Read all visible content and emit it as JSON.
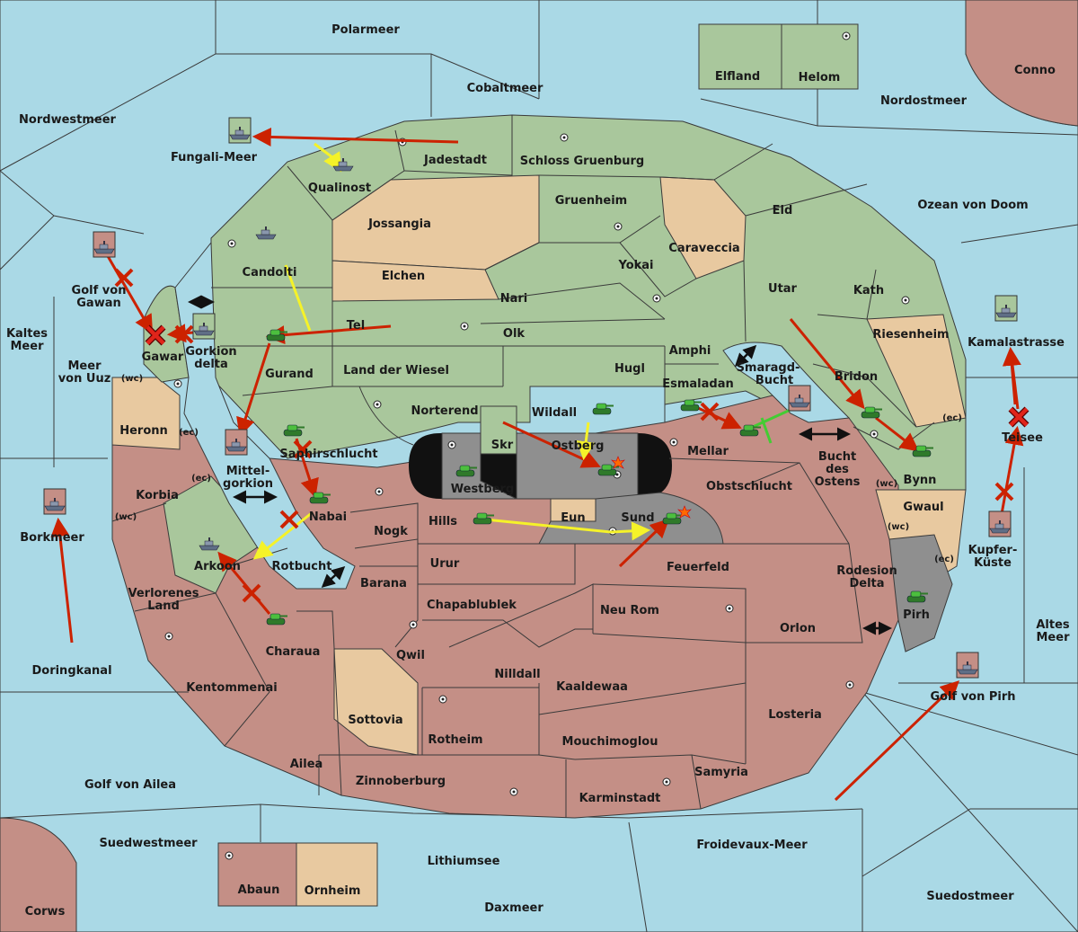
{
  "colors": {
    "sea": "#aad9e6",
    "green": "#a9c79c",
    "red": "#c48f86",
    "tan": "#e8c9a0",
    "gray": "#8f8f8f",
    "black": "#111111",
    "order_red": "#cc2200",
    "order_yellow": "#f5f229",
    "order_green": "#44cc33"
  },
  "seas": {
    "polarmeer": "Polarmeer",
    "cobaltmeer": "Cobaltmeer",
    "nordwestmeer": "Nordwestmeer",
    "nordostmeer": "Nordostmeer",
    "conno": "Conno",
    "ozean_von_doom": "Ozean von Doom",
    "fungali_meer": "Fungali-Meer",
    "golf_von_gawan_1": "Golf von",
    "golf_von_gawan_2": "Gawan",
    "kaltes_meer_1": "Kaltes",
    "kaltes_meer_2": "Meer",
    "meer_von_uuz_1": "Meer",
    "meer_von_uuz_2": "von Uuz",
    "gorkion_delta_1": "Gorkion",
    "gorkion_delta_2": "delta",
    "mittelgorkion_1": "Mittel-",
    "mittelgorkion_2": "gorkion",
    "borkmeer": "Borkmeer",
    "doringkanal": "Doringkanal",
    "rotbucht": "Rotbucht",
    "smaragdbucht_1": "Smaragd-",
    "smaragdbucht_2": "Bucht",
    "bucht_des_ostens_1": "Bucht",
    "bucht_des_ostens_2": "des",
    "bucht_des_ostens_3": "Ostens",
    "kamalastrasse": "Kamalastrasse",
    "teisee": "Teisee",
    "kupferkueste_1": "Kupfer-",
    "kupferkueste_2": "Küste",
    "altes_meer_1": "Altes",
    "altes_meer_2": "Meer",
    "rodesion_delta_1": "Rodesion",
    "rodesion_delta_2": "Delta",
    "golf_von_pirh": "Golf von Pirh",
    "golf_von_ailea": "Golf von Ailea",
    "suedwestmeer": "Suedwestmeer",
    "lithiumsee": "Lithiumsee",
    "froidevaux_meer": "Froidevaux-Meer",
    "daxmeer": "Daxmeer",
    "suedostmeer": "Suedostmeer",
    "corws": "Corws"
  },
  "regions": {
    "elfland": "Elfland",
    "helom": "Helom",
    "jadestadt": "Jadestadt",
    "schloss_gruenburg": "Schloss Gruenburg",
    "qualinost": "Qualinost",
    "jossangia": "Jossangia",
    "gruenheim": "Gruenheim",
    "caraveccia": "Caraveccia",
    "eld": "Eld",
    "candolti": "Candolti",
    "elchen": "Elchen",
    "yokai": "Yokai",
    "utar": "Utar",
    "kath": "Kath",
    "nari": "Nari",
    "tel": "Tel",
    "olk": "Olk",
    "amphi": "Amphi",
    "riesenheim": "Riesenheim",
    "gawar": "Gawar",
    "gurand": "Gurand",
    "land_der_wiesel": "Land der Wiesel",
    "hugl": "Hugl",
    "bridon": "Bridon",
    "esmaladan": "Esmaladan",
    "norterend": "Norterend",
    "wildall": "Wildall",
    "heronn": "Heronn",
    "skr": "Skr",
    "ostberg": "Ostberg",
    "mellar": "Mellar",
    "saphirschlucht": "Saphirschlucht",
    "westberg": "Westberg",
    "obstschlucht": "Obstschlucht",
    "bynn": "Bynn",
    "korbia": "Korbia",
    "nabai": "Nabai",
    "hills": "Hills",
    "eun": "Eun",
    "sund": "Sund",
    "gwaul": "Gwaul",
    "nogk": "Nogk",
    "arkoon": "Arkoon",
    "urur": "Urur",
    "feuerfeld": "Feuerfeld",
    "barana": "Barana",
    "verlorenes_land_1": "Verlorenes",
    "verlorenes_land_2": "Land",
    "chapablublek": "Chapablublek",
    "neu_rom": "Neu Rom",
    "pirh": "Pirh",
    "orlon": "Orlon",
    "qwil": "Qwil",
    "charaua": "Charaua",
    "nilldall": "Nilldall",
    "kentommenai": "Kentommenai",
    "kaaldewaa": "Kaaldewaa",
    "sottovia": "Sottovia",
    "losteria": "Losteria",
    "rotheim": "Rotheim",
    "mouchimoglou": "Mouchimoglou",
    "ailea": "Ailea",
    "samyria": "Samyria",
    "zinnoberburg": "Zinnoberburg",
    "karminstadt": "Karminstadt",
    "abaun": "Abaun",
    "ornheim": "Ornheim"
  },
  "coast_labels": {
    "wc": "(wc)",
    "ec": "(ec)"
  },
  "icons": {
    "fleet": "ship-icon",
    "army": "tank-icon",
    "supply_center": "supply-center-dot",
    "order_failed": "cross-mark-icon",
    "dislodged": "explosion-icon",
    "convoy_link": "double-arrow-icon"
  }
}
